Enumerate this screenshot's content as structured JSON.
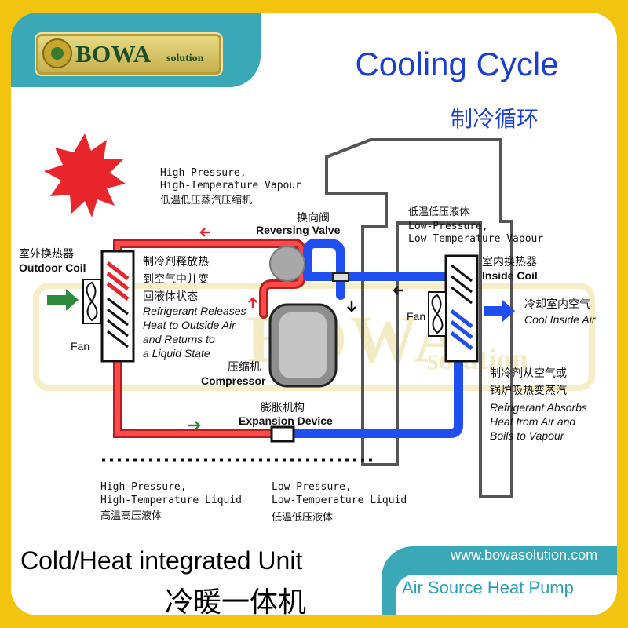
{
  "logo": {
    "name": "BOWA",
    "sub": "solution"
  },
  "title": {
    "en": "Cooling Cycle",
    "zh": "制冷循环"
  },
  "watermark": {
    "name": "BOWA",
    "sub": "solution"
  },
  "labels": {
    "hp_vapour_1": "High-Pressure,",
    "hp_vapour_2": "High-Temperature Vapour",
    "hp_vapour_zh": "低温低压蒸汽压缩机",
    "rv_zh": "换向阀",
    "rv_en": "Reversing Valve",
    "lp_vapour_zh": "低温低压液体",
    "lp_vapour_1": "Low-Pressure,",
    "lp_vapour_2": "Low-Temperature Vapour",
    "outdoor_zh": "室外换热器",
    "outdoor_en": "Outdoor Coil",
    "release_zh_1": "制冷剂释放热",
    "release_zh_2": "到空气中并变",
    "release_zh_3": "回液体状态",
    "release_en_1": "Refrigerant Releases",
    "release_en_2": "Heat to Outside Air",
    "release_en_3": "and Returns to",
    "release_en_4": "a Liquid State",
    "fan_outdoor": "Fan",
    "inside_zh": "室内换热器",
    "inside_en": "Inside Coil",
    "fan_inside": "Fan",
    "cool_zh": "冷却室内空气",
    "cool_en": "Cool Inside Air",
    "comp_zh": "压缩机",
    "comp_en": "Compressor",
    "absorb_zh_1": "制冷剂从空气或",
    "absorb_zh_2": "锅炉吸热变蒸汽",
    "absorb_en_1": "Refrigerant Absorbs",
    "absorb_en_2": "Heat from Air and",
    "absorb_en_3": "Boils to Vapour",
    "exp_zh": "膨胀机构",
    "exp_en": "Expansion Device",
    "hp_liquid_1": "High-Pressure,",
    "hp_liquid_2": "High-Temperature Liquid",
    "hp_liquid_zh": "高温高压液体",
    "lp_liquid_1": "Low-Pressure,",
    "lp_liquid_2": "Low-Temperature Liquid",
    "lp_liquid_zh": "低温低压液体"
  },
  "footer": {
    "unit_en": "Cold/Heat integrated Unit",
    "unit_zh": "冷暖一体机",
    "url": "www.bowasolution.com",
    "product": "Air Source Heat Pump"
  },
  "colors": {
    "hot": "#e8262b",
    "cold": "#1f4ff0",
    "brand": "#3aa8b6",
    "frame": "#f2c40f",
    "title": "#1b3fcf",
    "sun": "#e8262b"
  },
  "icons": [
    "sun-icon",
    "fan-icon",
    "arrow-icon",
    "compressor-icon",
    "reversing-valve-icon",
    "expansion-valve-icon",
    "house-icon"
  ]
}
